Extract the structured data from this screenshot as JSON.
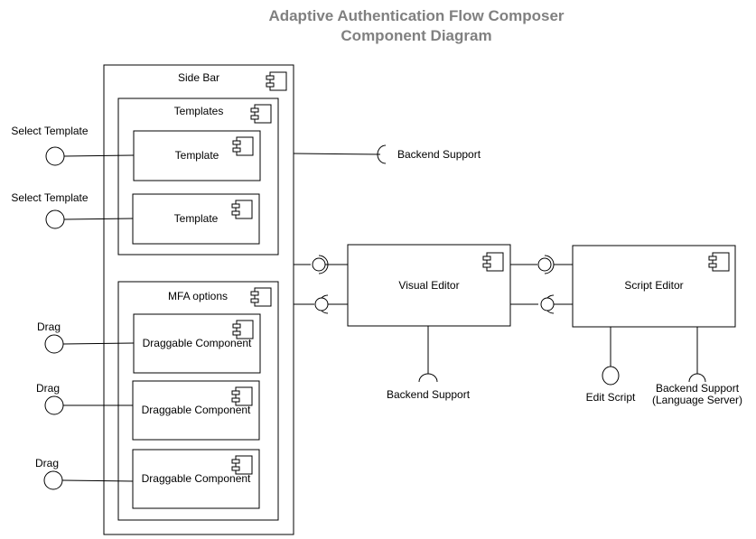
{
  "title": {
    "line1": "Adaptive Authentication Flow Composer",
    "line2": "Component Diagram"
  },
  "side_bar": {
    "label": "Side Bar",
    "templates_group": {
      "label": "Templates",
      "items": [
        {
          "label": "Template",
          "action": "Select Template"
        },
        {
          "label": "Template",
          "action": "Select Template"
        }
      ]
    },
    "mfa_group": {
      "label": "MFA options",
      "items": [
        {
          "label": "Draggable Component",
          "action": "Drag"
        },
        {
          "label": "Draggable Component",
          "action": "Drag"
        },
        {
          "label": "Draggable Component",
          "action": "Drag"
        }
      ]
    },
    "backend": "Backend Support"
  },
  "visual_editor": {
    "label": "Visual Editor",
    "backend": "Backend Support"
  },
  "script_editor": {
    "label": "Script Editor",
    "edit": "Edit Script",
    "backend_line1": "Backend Support",
    "backend_line2": "(Language Server)"
  },
  "icons": {
    "component": "component-icon",
    "provided_interface": "provided-interface-icon",
    "required_interface": "required-interface-icon"
  },
  "colors": {
    "title": "#808080",
    "stroke": "#000000",
    "fill": "#ffffff"
  }
}
